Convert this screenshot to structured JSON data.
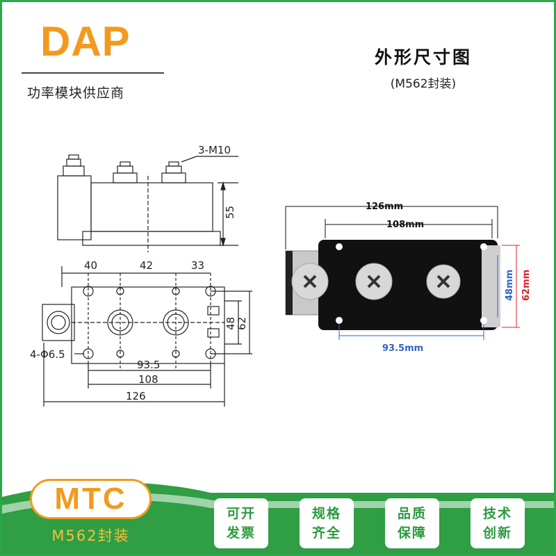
{
  "brand": {
    "logo": "DAP",
    "tagline": "功率模块供应商"
  },
  "header": {
    "title": "外形尺寸图",
    "subtitle": "(M562封装)"
  },
  "drawing": {
    "side_view": {
      "screw_label": "3-M10",
      "height": "55"
    },
    "top_view": {
      "dim_40": "40",
      "dim_42": "42",
      "dim_33": "33",
      "dim_48": "48",
      "dim_62": "62",
      "hole_label": "4-Φ6.5",
      "dim_93_5": "93.5",
      "dim_108": "108",
      "dim_126": "126"
    }
  },
  "photo": {
    "length_126": "126mm",
    "length_108": "108mm",
    "width_48": "48mm",
    "width_62": "62mm",
    "pitch_93_5": "93.5mm",
    "colors": {
      "black_dim": "#111111",
      "blue_dim": "#2f63c9",
      "red_dim": "#e0202a"
    }
  },
  "banner": {
    "product": "MTC",
    "package": "M562封装",
    "badges": [
      {
        "line1": "可开",
        "line2": "发票"
      },
      {
        "line1": "规格",
        "line2": "齐全"
      },
      {
        "line1": "品质",
        "line2": "保障"
      },
      {
        "line1": "技术",
        "line2": "创新"
      }
    ],
    "colors": {
      "green": "#2f9e44",
      "orange": "#f39a1e",
      "yellow": "#f4c23a"
    }
  }
}
